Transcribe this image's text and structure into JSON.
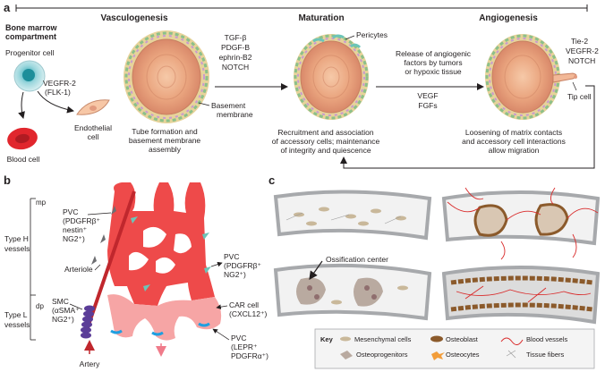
{
  "panel_a": {
    "letter": "a",
    "stages": [
      "Vasculogenesis",
      "Maturation",
      "Angiogenesis"
    ],
    "compartment": [
      "Bone marrow",
      "compartment"
    ],
    "progenitor": "Progenitor cell",
    "vegfr": [
      "VEGFR-2",
      "(FLK-1)"
    ],
    "endothelial": [
      "Endothelial",
      "cell"
    ],
    "blood_cell": "Blood cell",
    "factors1": [
      "TGF-β",
      "PDGF-B",
      "ephrin-B2",
      "NOTCH"
    ],
    "basement": [
      "Basement",
      "membrane"
    ],
    "caption1": [
      "Tube formation and",
      "basement membrane",
      "assembly"
    ],
    "pericytes": "Pericytes",
    "release": [
      "Release of angiogenic",
      "factors by tumors",
      "or hypoxic tissue"
    ],
    "growth": [
      "VEGF",
      "FGFs"
    ],
    "caption2": [
      "Recruitment and association",
      "of accessory cells; maintenance",
      "of integrity and quiescence"
    ],
    "receptors": [
      "Tie-2",
      "VEGFR-2",
      "NOTCH"
    ],
    "tip": "Tip cell",
    "caption3": [
      "Loosening of matrix contacts",
      "and accessory cell interactions",
      "allow migration"
    ]
  },
  "panel_b": {
    "letter": "b",
    "mp": "mp",
    "dp": "dp",
    "type_h": [
      "Type H",
      "vessels"
    ],
    "type_l": [
      "Type L",
      "vessels"
    ],
    "pvc1": [
      "PVC",
      "(PDGFRβ⁺",
      "nestin⁺",
      "NG2⁺)"
    ],
    "arteriole": "Arteriole",
    "smc": [
      "SMC",
      "(αSMA⁺",
      "NG2⁺)"
    ],
    "artery": "Artery",
    "pvc2": [
      "PVC",
      "(PDGFRβ⁺",
      "NG2⁺)"
    ],
    "car": [
      "CAR cell",
      "(CXCL12⁺)"
    ],
    "pvc3": [
      "PVC",
      "(LEPR⁺",
      "PDGFRα⁺)"
    ]
  },
  "panel_c": {
    "letter": "c",
    "ossification": "Ossification center",
    "key_title": "Key",
    "key_items": [
      "Mesenchymal cells",
      "Osteoblast",
      "Blood vessels",
      "Osteoprogenitors",
      "Osteocytes",
      "Tissue fibers"
    ]
  },
  "colors": {
    "vessel_red": "#ee4a4a",
    "vessel_pink": "#f6a5a5",
    "artery_red": "#c0272d",
    "smc_purple": "#5b3d98",
    "pericyte_teal": "#6cc5b8",
    "lepr_blue": "#1f9fe0",
    "bone_gray": "#a7a9ac",
    "osteoblast_brown": "#8b5a2b",
    "blood_red": "#d92b2b"
  }
}
